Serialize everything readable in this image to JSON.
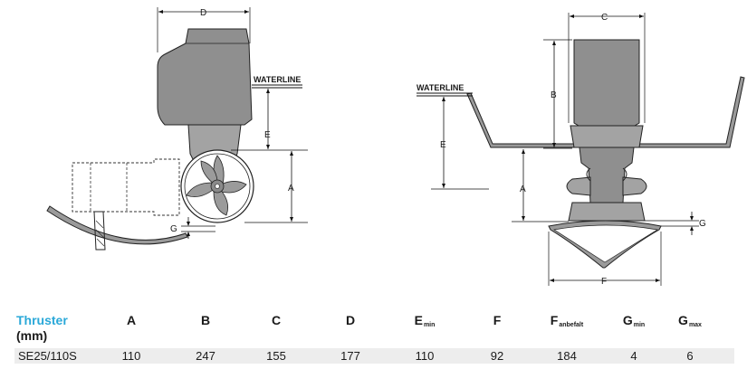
{
  "diagram": {
    "side_view": {
      "waterline_label": "WATERLINE",
      "dim_labels": {
        "D": "D",
        "E": "E",
        "A": "A",
        "G": "G"
      }
    },
    "front_view": {
      "waterline_label": "WATERLINE",
      "dim_labels": {
        "C": "C",
        "B": "B",
        "E": "E",
        "A": "A",
        "F": "F",
        "G": "G"
      }
    }
  },
  "table": {
    "header_title": "Thruster",
    "header_unit": "(mm)",
    "title_color": "#2aa8d8",
    "columns": [
      {
        "key": "A",
        "label": "A",
        "sub": ""
      },
      {
        "key": "B",
        "label": "B",
        "sub": ""
      },
      {
        "key": "C",
        "label": "C",
        "sub": ""
      },
      {
        "key": "D",
        "label": "D",
        "sub": ""
      },
      {
        "key": "Emin",
        "label": "E",
        "sub": "min"
      },
      {
        "key": "F",
        "label": "F",
        "sub": ""
      },
      {
        "key": "Fanb",
        "label": "F",
        "sub": "anbefalt"
      },
      {
        "key": "Gmin",
        "label": "G",
        "sub": "min"
      },
      {
        "key": "Gmax",
        "label": "G",
        "sub": "max"
      }
    ],
    "rows": [
      {
        "model": "SE25/110S",
        "values": [
          "110",
          "247",
          "155",
          "177",
          "110",
          "92",
          "184",
          "4",
          "6"
        ]
      }
    ]
  }
}
